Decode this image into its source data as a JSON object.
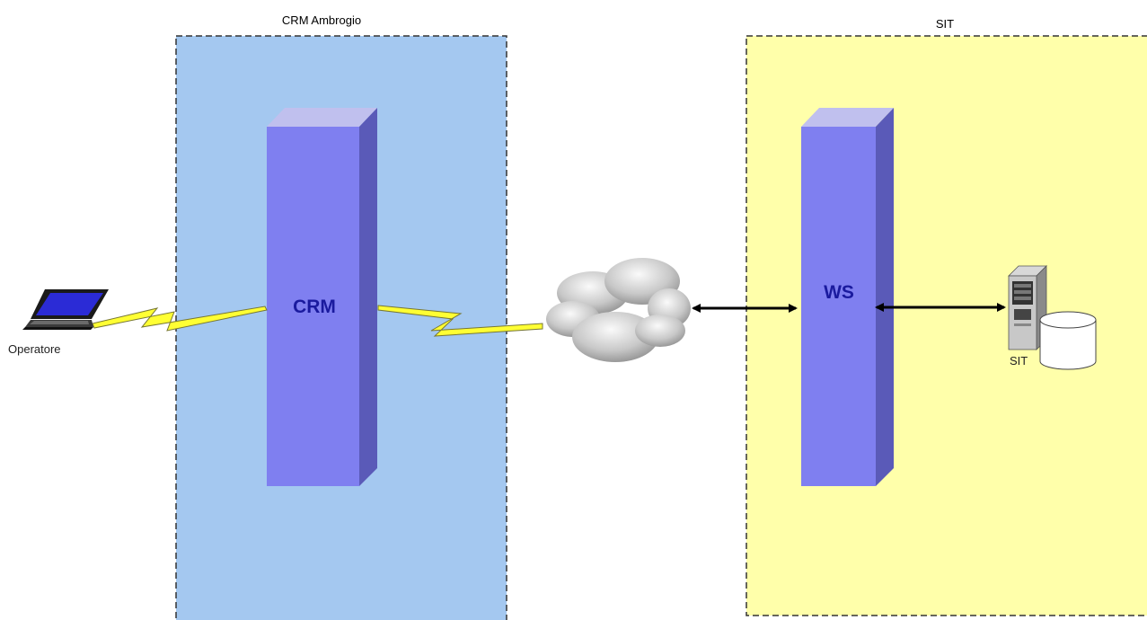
{
  "zones": {
    "crm": {
      "title": "CRM Ambrogio",
      "fill": "#a4c8f0"
    },
    "sit": {
      "title": "SIT",
      "fill": "#ffffaa"
    }
  },
  "nodes": {
    "crm": {
      "label": "CRM",
      "color": "#7f7ff0"
    },
    "ws": {
      "label": "WS",
      "color": "#7f7ff0"
    }
  },
  "operator": {
    "label": "Operatore",
    "icon": "laptop-icon"
  },
  "network": {
    "icon": "cloud-icon"
  },
  "sit_server": {
    "label": "SIT",
    "icons": [
      "server-icon",
      "database-icon"
    ]
  },
  "links": [
    {
      "from": "operator",
      "to": "crm",
      "kind": "lightning"
    },
    {
      "from": "crm",
      "to": "network",
      "kind": "lightning"
    },
    {
      "from": "network",
      "to": "ws",
      "kind": "bidirectional-arrow"
    },
    {
      "from": "ws",
      "to": "sit_server",
      "kind": "bidirectional-arrow"
    }
  ]
}
